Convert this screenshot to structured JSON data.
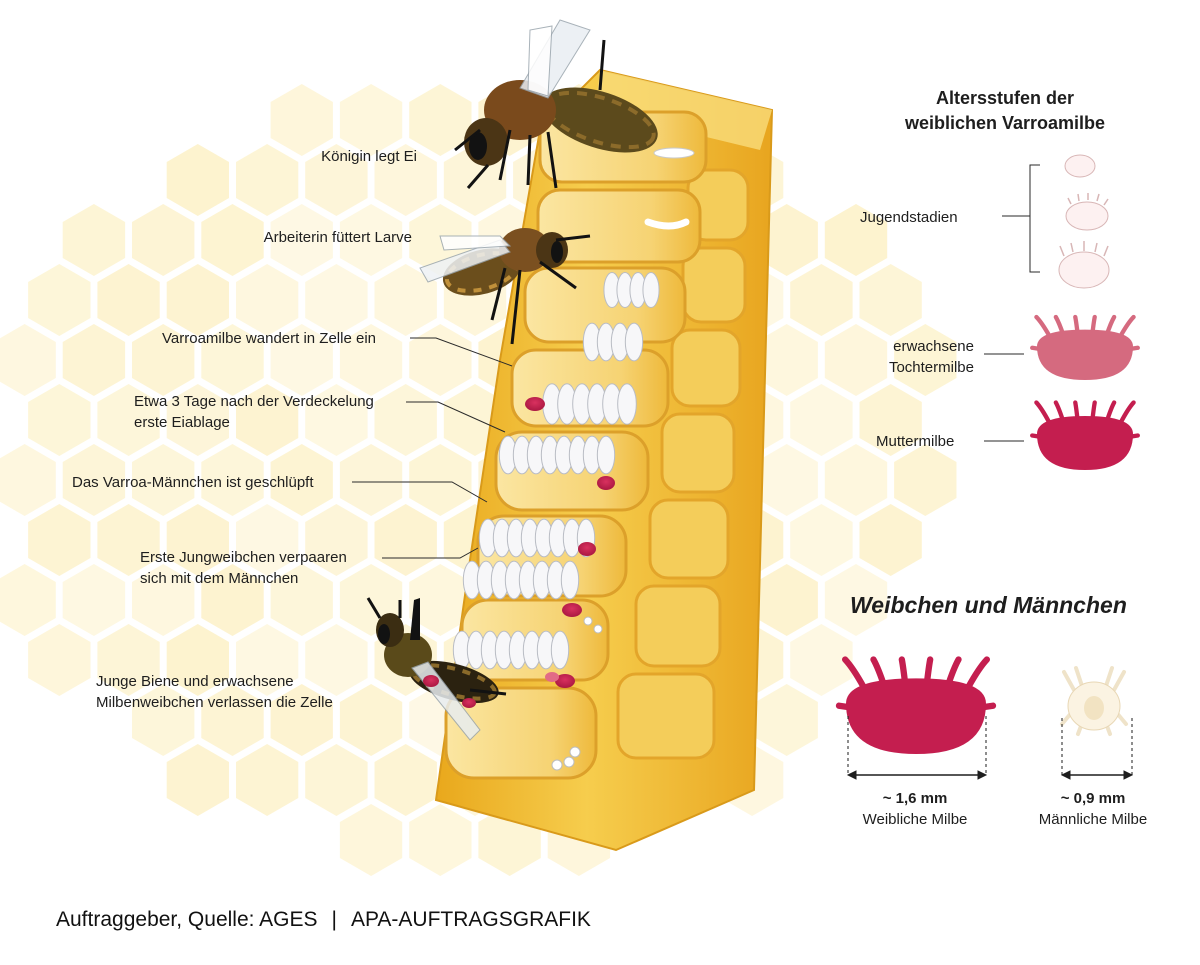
{
  "diagram": {
    "process_labels": [
      {
        "id": "queen",
        "lines": [
          "Königin legt Ei"
        ]
      },
      {
        "id": "worker",
        "lines": [
          "Arbeiterin füttert Larve"
        ]
      },
      {
        "id": "enter",
        "lines": [
          "Varroamilbe wandert in Zelle ein"
        ]
      },
      {
        "id": "eggs",
        "lines": [
          "Etwa 3 Tage nach der Verdeckelung",
          "erste Eiablage"
        ]
      },
      {
        "id": "male",
        "lines": [
          "Das Varroa-Männchen ist geschlüpft"
        ]
      },
      {
        "id": "mating",
        "lines": [
          "Erste Jungweibchen verpaaren",
          "sich mit dem Männchen"
        ]
      },
      {
        "id": "exit",
        "lines": [
          "Junge Biene und erwachsene",
          "Milbenweibchen verlassen die Zelle"
        ]
      }
    ],
    "age_stages": {
      "title_lines": [
        "Altersstufen der",
        "weiblichen Varroamilbe"
      ],
      "juvenile": "Jugendstadien",
      "adult_daughter_lines": [
        "erwachsene",
        "Tochtermilbe"
      ],
      "mother": "Muttermilbe"
    },
    "sexes": {
      "title": "Weibchen und Männchen",
      "female": {
        "size": "~ 1,6 mm",
        "label": "Weibliche Milbe"
      },
      "male": {
        "size": "~ 0,9 mm",
        "label": "Männliche Milbe"
      }
    },
    "footer": {
      "source": "Auftraggeber, Quelle: AGES",
      "separator": "|",
      "credit": "APA-AUFTRAGSGRAFIK"
    },
    "colors": {
      "honey": "#f2c23a",
      "wax_light": "#fbe7a6",
      "mite_mother": "#c41e4f",
      "mite_daughter": "#d56a7f",
      "hex_bg": "#fdf3cf"
    }
  }
}
